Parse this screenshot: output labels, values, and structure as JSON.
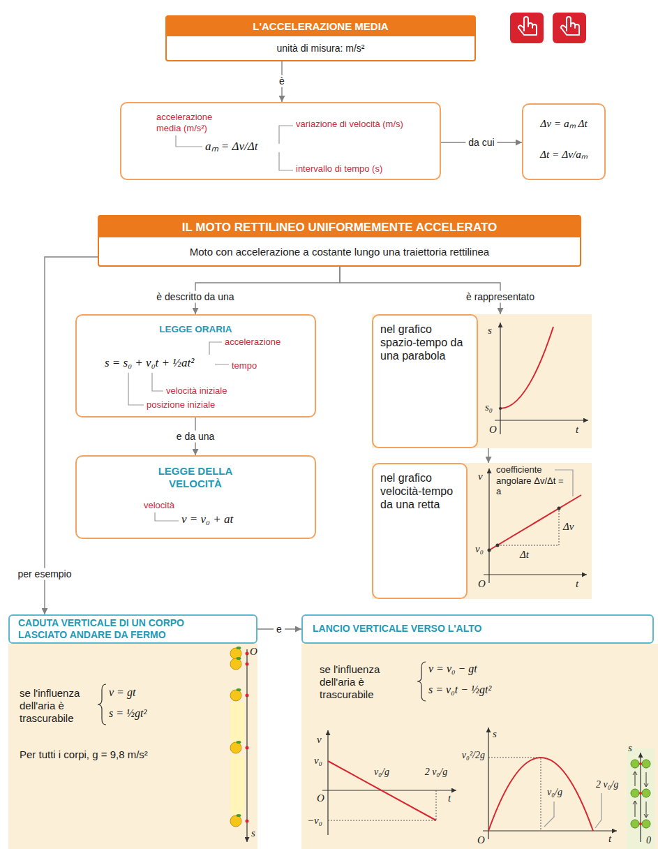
{
  "diagram": {
    "nodes": [
      {
        "text": [
          "L'ACCELERAZIONE MEDIA",
          "unità di misura: m/s²"
        ]
      },
      {
        "text": [
          "accelerazione media (m/s²)",
          "aₘ = Δv/Δt",
          "variazione di velocità (m/s)",
          "intervallo di tempo (s)"
        ]
      },
      {
        "text": [
          "Δv = aₘ Δt",
          "Δt = Δv/aₘ"
        ]
      },
      {
        "text": [
          "IL MOTO RETTILINEO UNIFORMEMENTE ACCELERATO",
          "Moto con accelerazione a costante lungo una traiettoria rettilinea"
        ]
      },
      {
        "text": [
          "LEGGE ORARIA",
          "s = s₀ + v₀t + ½at²",
          "accelerazione",
          "tempo",
          "velocità iniziale",
          "posizione iniziale"
        ]
      },
      {
        "text": [
          "LEGGE DELLA VELOCITÀ",
          "velocità",
          "v = v₀ + at"
        ]
      },
      {
        "text": [
          "s",
          "s₀",
          "O",
          "t"
        ]
      },
      {
        "text": [
          "nel grafico spazio-tempo da una parabola"
        ],
        "in": 6
      },
      {
        "text": [
          "v",
          "coefficiente angolare Δv/Δt = a",
          "Δv",
          "Δt",
          "v₀",
          "O",
          "t"
        ]
      },
      {
        "text": [
          "nel grafico velocità-tempo da una retta"
        ],
        "in": 8
      },
      {
        "text": [
          "CADUTA VERTICALE DI UN CORPO LASCIATO ANDARE DA FERMO"
        ]
      },
      {
        "text": [
          "se l'influenza dell'aria è trascurabile",
          "v = gt",
          "s = ½gt²",
          "Per tutti i corpi, g = 9,8 m/s²",
          "O",
          "s"
        ]
      },
      {
        "text": [
          "LANCIO VERTICALE VERSO L'ALTO"
        ]
      },
      {
        "text": [
          "se l'influenza dell'aria è trascurabile",
          "v = v₀ − gt",
          "s = v₀t − ½gt²",
          "v",
          "v₀",
          "v₀/g",
          "2 v₀/g",
          "O",
          "t",
          "−v₀",
          "s",
          "v₀²/2g",
          "v₀/g",
          "2 v₀/g",
          "O",
          "t",
          "s",
          "0"
        ]
      }
    ],
    "edges": [
      {
        "from": 0,
        "to": 1,
        "label": "è",
        "arrow": "to"
      },
      {
        "from": 1,
        "to": 2,
        "label": "da cui",
        "arrow": "to"
      },
      {
        "from": 3,
        "to": 4,
        "label": "è descritto da una",
        "arrow": "to"
      },
      {
        "from": 4,
        "to": 5,
        "label": "e da una",
        "arrow": "to"
      },
      {
        "from": 3,
        "to": 6,
        "label": "è rappresentato",
        "arrow": "to"
      },
      {
        "from": 6,
        "to": 8,
        "arrow": "to"
      },
      {
        "from": 3,
        "to": 10,
        "label": "per esempio",
        "arrow": "to"
      },
      {
        "from": 10,
        "to": 12,
        "label": "e",
        "arrow": "to"
      }
    ]
  }
}
